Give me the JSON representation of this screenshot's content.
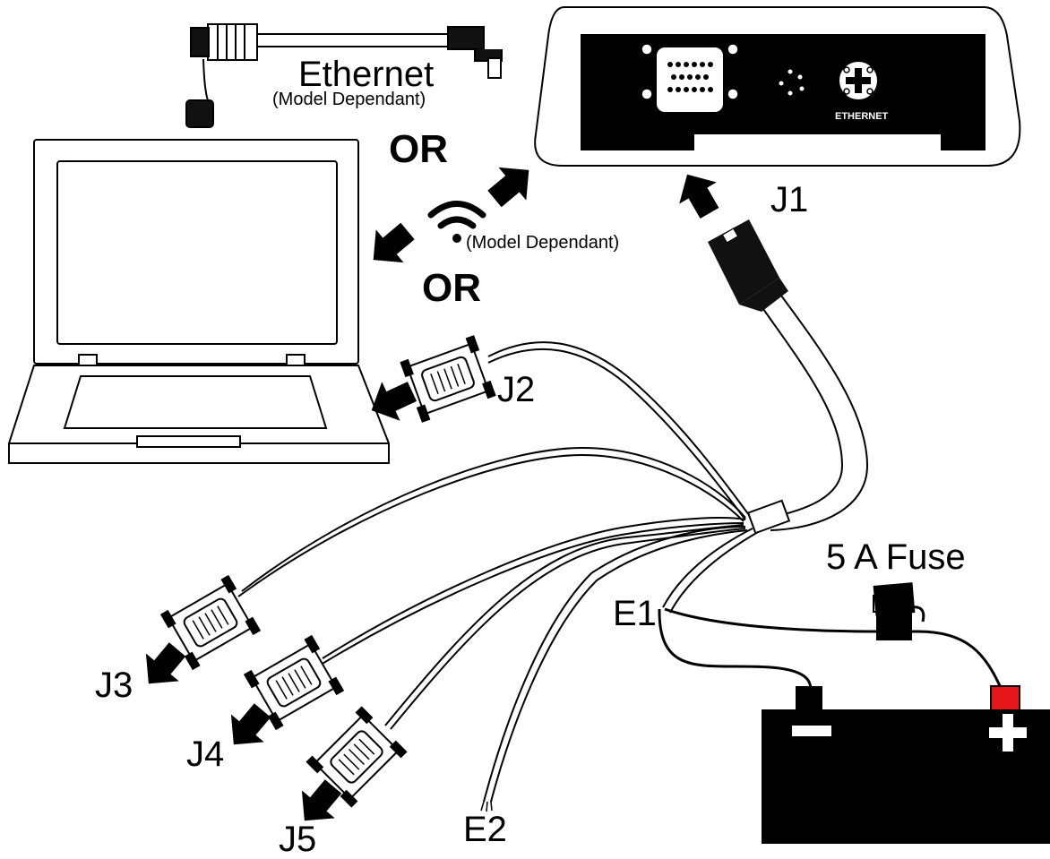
{
  "labels": {
    "ethernet": "Ethernet",
    "model_dependant_ethernet": "(Model Dependant)",
    "or_top": "OR",
    "model_dependant_wifi": "(Model Dependant)",
    "or_bottom": "OR",
    "ethernet_port": "ETHERNET",
    "j1": "J1",
    "j2": "J2",
    "j3": "J3",
    "j4": "J4",
    "j5": "J5",
    "e1": "E1",
    "e2": "E2",
    "fuse": "5 A Fuse"
  },
  "icons": [
    "laptop-icon",
    "wifi-icon",
    "battery-icon",
    "fuse-icon",
    "db9-connector-icon",
    "ethernet-cable-icon",
    "arrow-icon"
  ],
  "colors": {
    "positive_terminal": "#e8141b",
    "ink": "#000000"
  }
}
